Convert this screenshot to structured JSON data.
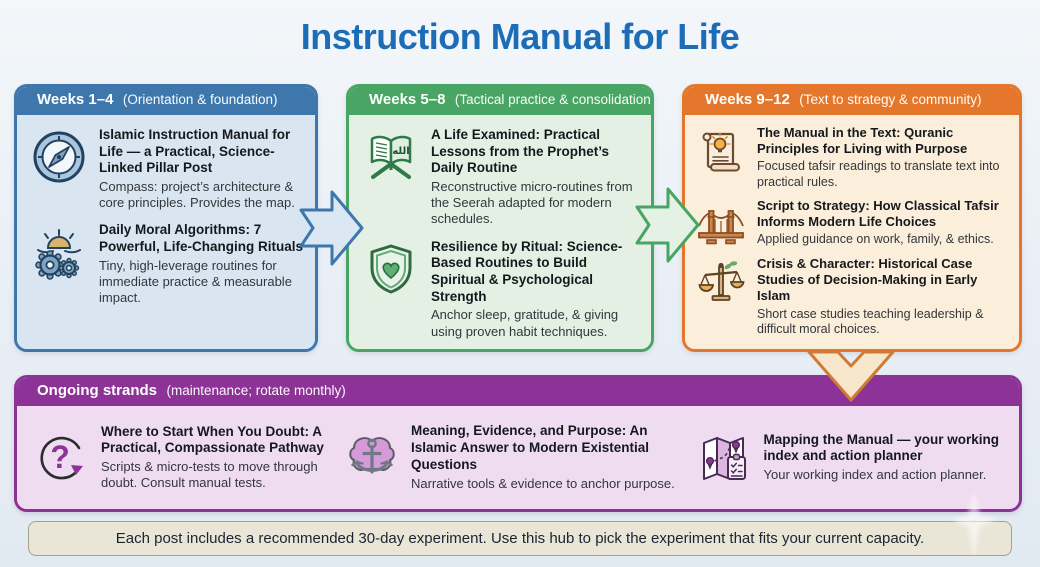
{
  "title": "Instruction Manual for Life",
  "colors": {
    "title_blue": "#1d6cb6",
    "column1_accent": "#3d77ac",
    "column1_body": "#d9e6f1",
    "column2_accent": "#48a563",
    "column2_body": "#e3f0e3",
    "column3_accent": "#e5772c",
    "column3_body": "#fbeeda",
    "strip_accent": "#8d3397",
    "strip_body": "#efdcf1",
    "footer_bg": "#e9e6d7"
  },
  "columns": [
    {
      "header_bold": "Weeks 1–4",
      "header_detail": "(Orientation & foundation)",
      "items": [
        {
          "icon": "compass-icon",
          "title": "Islamic Instruction Manual for Life — a Practical, Science-Linked Pillar Post",
          "description": "Compass: project’s architecture & core principles. Provides the map."
        },
        {
          "icon": "sunrise-gears-icon",
          "title": "Daily Moral Algorithms: 7 Powerful, Life-Changing Rituals",
          "description": "Tiny, high-leverage routines for immediate practice & measurable impact."
        }
      ]
    },
    {
      "header_bold": "Weeks 5–8",
      "header_detail": "(Tactical practice & consolidation)",
      "items": [
        {
          "icon": "quran-icon",
          "title": "A Life Examined: Practical Lessons from the Prophet’s Daily Routine",
          "description": "Reconstructive micro-routines from the Seerah adapted for modern schedules."
        },
        {
          "icon": "shield-heart-icon",
          "title": "Resilience by Ritual: Science-Based Routines to Build Spiritual & Psychological Strength",
          "description": "Anchor sleep, gratitude, & giving using proven habit techniques."
        }
      ]
    },
    {
      "header_bold": "Weeks 9–12",
      "header_detail": "(Text to strategy & community)",
      "items": [
        {
          "icon": "scroll-lightbulb-icon",
          "title": "The Manual in the Text: Quranic Principles for Living with Purpose",
          "description": "Focused tafsir readings to translate text into practical rules."
        },
        {
          "icon": "bridge-icon",
          "title": "Script to Strategy: How Classical Tafsir Informs Modern Life Choices",
          "description": "Applied guidance on work, family, & ethics."
        },
        {
          "icon": "scales-icon",
          "title": "Crisis & Character: Historical Case Studies of Decision-Making in Early Islam",
          "description": "Short case studies teaching leadership & difficult moral choices."
        }
      ]
    }
  ],
  "strip": {
    "header_bold": "Ongoing strands",
    "header_detail": "(maintenance; rotate monthly)",
    "items": [
      {
        "icon": "question-loop-icon",
        "title": "Where to Start When You Doubt: A Practical, Compassionate Pathway",
        "description": "Scripts & micro-tests to move through doubt. Consult manual tests."
      },
      {
        "icon": "anchor-brain-icon",
        "title": "Meaning, Evidence, and Purpose: An Islamic Answer to Modern Existential Questions",
        "description": "Narrative tools & evidence to anchor purpose."
      },
      {
        "icon": "map-planner-icon",
        "title": "Mapping the Manual — your working index and action planner",
        "description": "Your working index and action planner."
      }
    ]
  },
  "footer": {
    "note": "Each post includes a recommended 30-day experiment. Use this hub to pick the experiment that fits your current capacity."
  }
}
